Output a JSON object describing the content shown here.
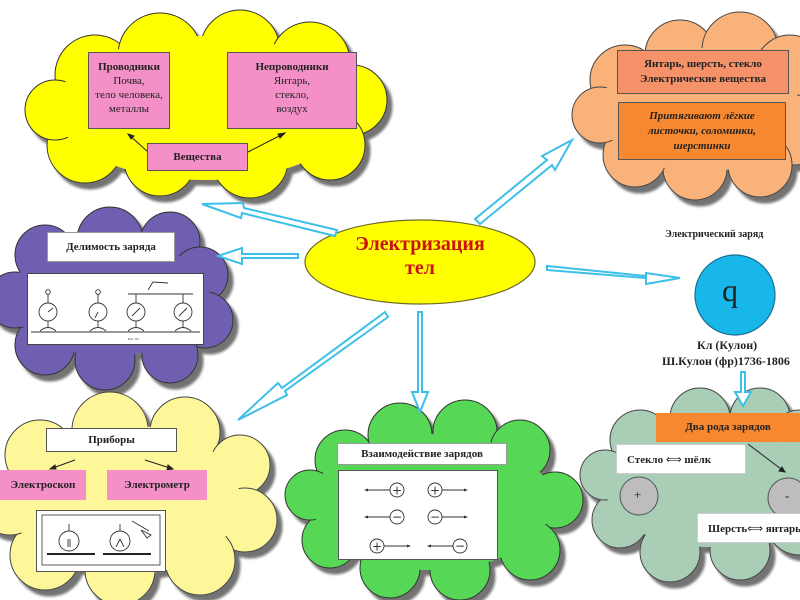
{
  "center": {
    "line1": "Электризация",
    "line2": "тел"
  },
  "substances": {
    "conductors": {
      "title": "Проводники",
      "lines": [
        "Почва,",
        "тело человека,",
        "металлы"
      ]
    },
    "nonconductors": {
      "title": "Непроводники",
      "lines": [
        "Янтарь,",
        "стекло,",
        "воздух"
      ]
    },
    "root": "Вещества"
  },
  "electric_substances": {
    "header_line1": "Янтарь, шерсть, стекло",
    "header_line2": "Электрические вещества",
    "body_lines": [
      "Притягивают лёгкие",
      "листочки, соломинки,",
      "шерстинки"
    ]
  },
  "divisibility": {
    "title": "Делимость заряда",
    "figure_caption": "Рис. 85"
  },
  "charge": {
    "title": "Электрический заряд",
    "symbol": "q",
    "unit": "Кл (Кулон)",
    "scientist": "Ш.Кулон (фр)1736-1806"
  },
  "devices": {
    "title": "Приборы",
    "left": "Электроскоп",
    "right": "Электрометр"
  },
  "interaction": {
    "title": "Взаимодействие зарядов",
    "plus": "+",
    "minus": "−"
  },
  "two_kinds": {
    "title": "Два рода зарядов",
    "pair1_left": "Стекло",
    "pair1_right": "шёлк",
    "pair2_left": "Шерсть",
    "pair2_right": "янтарь",
    "positive": "+",
    "negative": "-",
    "arrow_glyph": "⟺"
  },
  "colors": {
    "yellow_cloud": "#ffff00",
    "orange_cloud": "#f9b37a",
    "purple_cloud": "#6f5fb0",
    "light_yellow_cloud": "#fdf79a",
    "green_cloud": "#56d856",
    "teal_cloud": "#a9cdb5",
    "pink_box": "#f48fc8",
    "orange_box": "#f7882f",
    "salmon_box": "#f5926a",
    "arrow": "#3cc0e8",
    "charge_circle": "#17b7ea",
    "center_text": "#cc1111"
  }
}
